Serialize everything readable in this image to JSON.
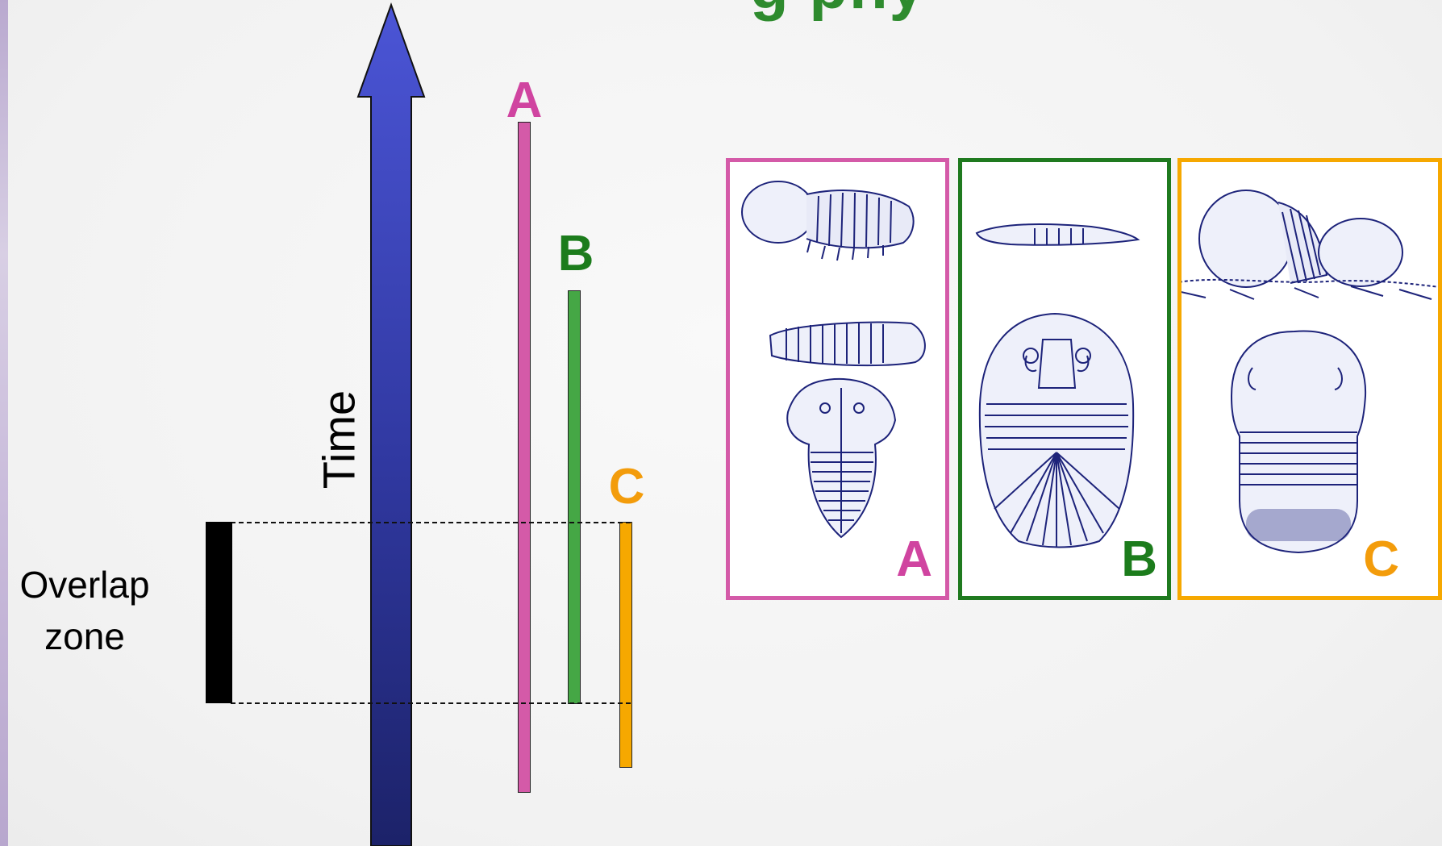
{
  "slide": {
    "title_fragment": "g phy",
    "background_color": "#f3f3f3"
  },
  "axis": {
    "label": "Time",
    "arrow_color_top": "#4b55d6",
    "arrow_color_bottom": "#1c2269"
  },
  "ranges": [
    {
      "letter": "A",
      "color": "#d45aa8"
    },
    {
      "letter": "B",
      "color": "#45a745"
    },
    {
      "letter": "C",
      "color": "#f6a800"
    }
  ],
  "overlap": {
    "label_line1": "Overlap",
    "label_line2": "zone"
  },
  "specimens": [
    {
      "letter": "A",
      "border_color": "#d45aa8",
      "icon": "trilobite-group-a-icon"
    },
    {
      "letter": "B",
      "border_color": "#1f7a1f",
      "icon": "trilobite-group-b-icon"
    },
    {
      "letter": "C",
      "border_color": "#f6a800",
      "icon": "trilobite-group-c-icon"
    }
  ]
}
